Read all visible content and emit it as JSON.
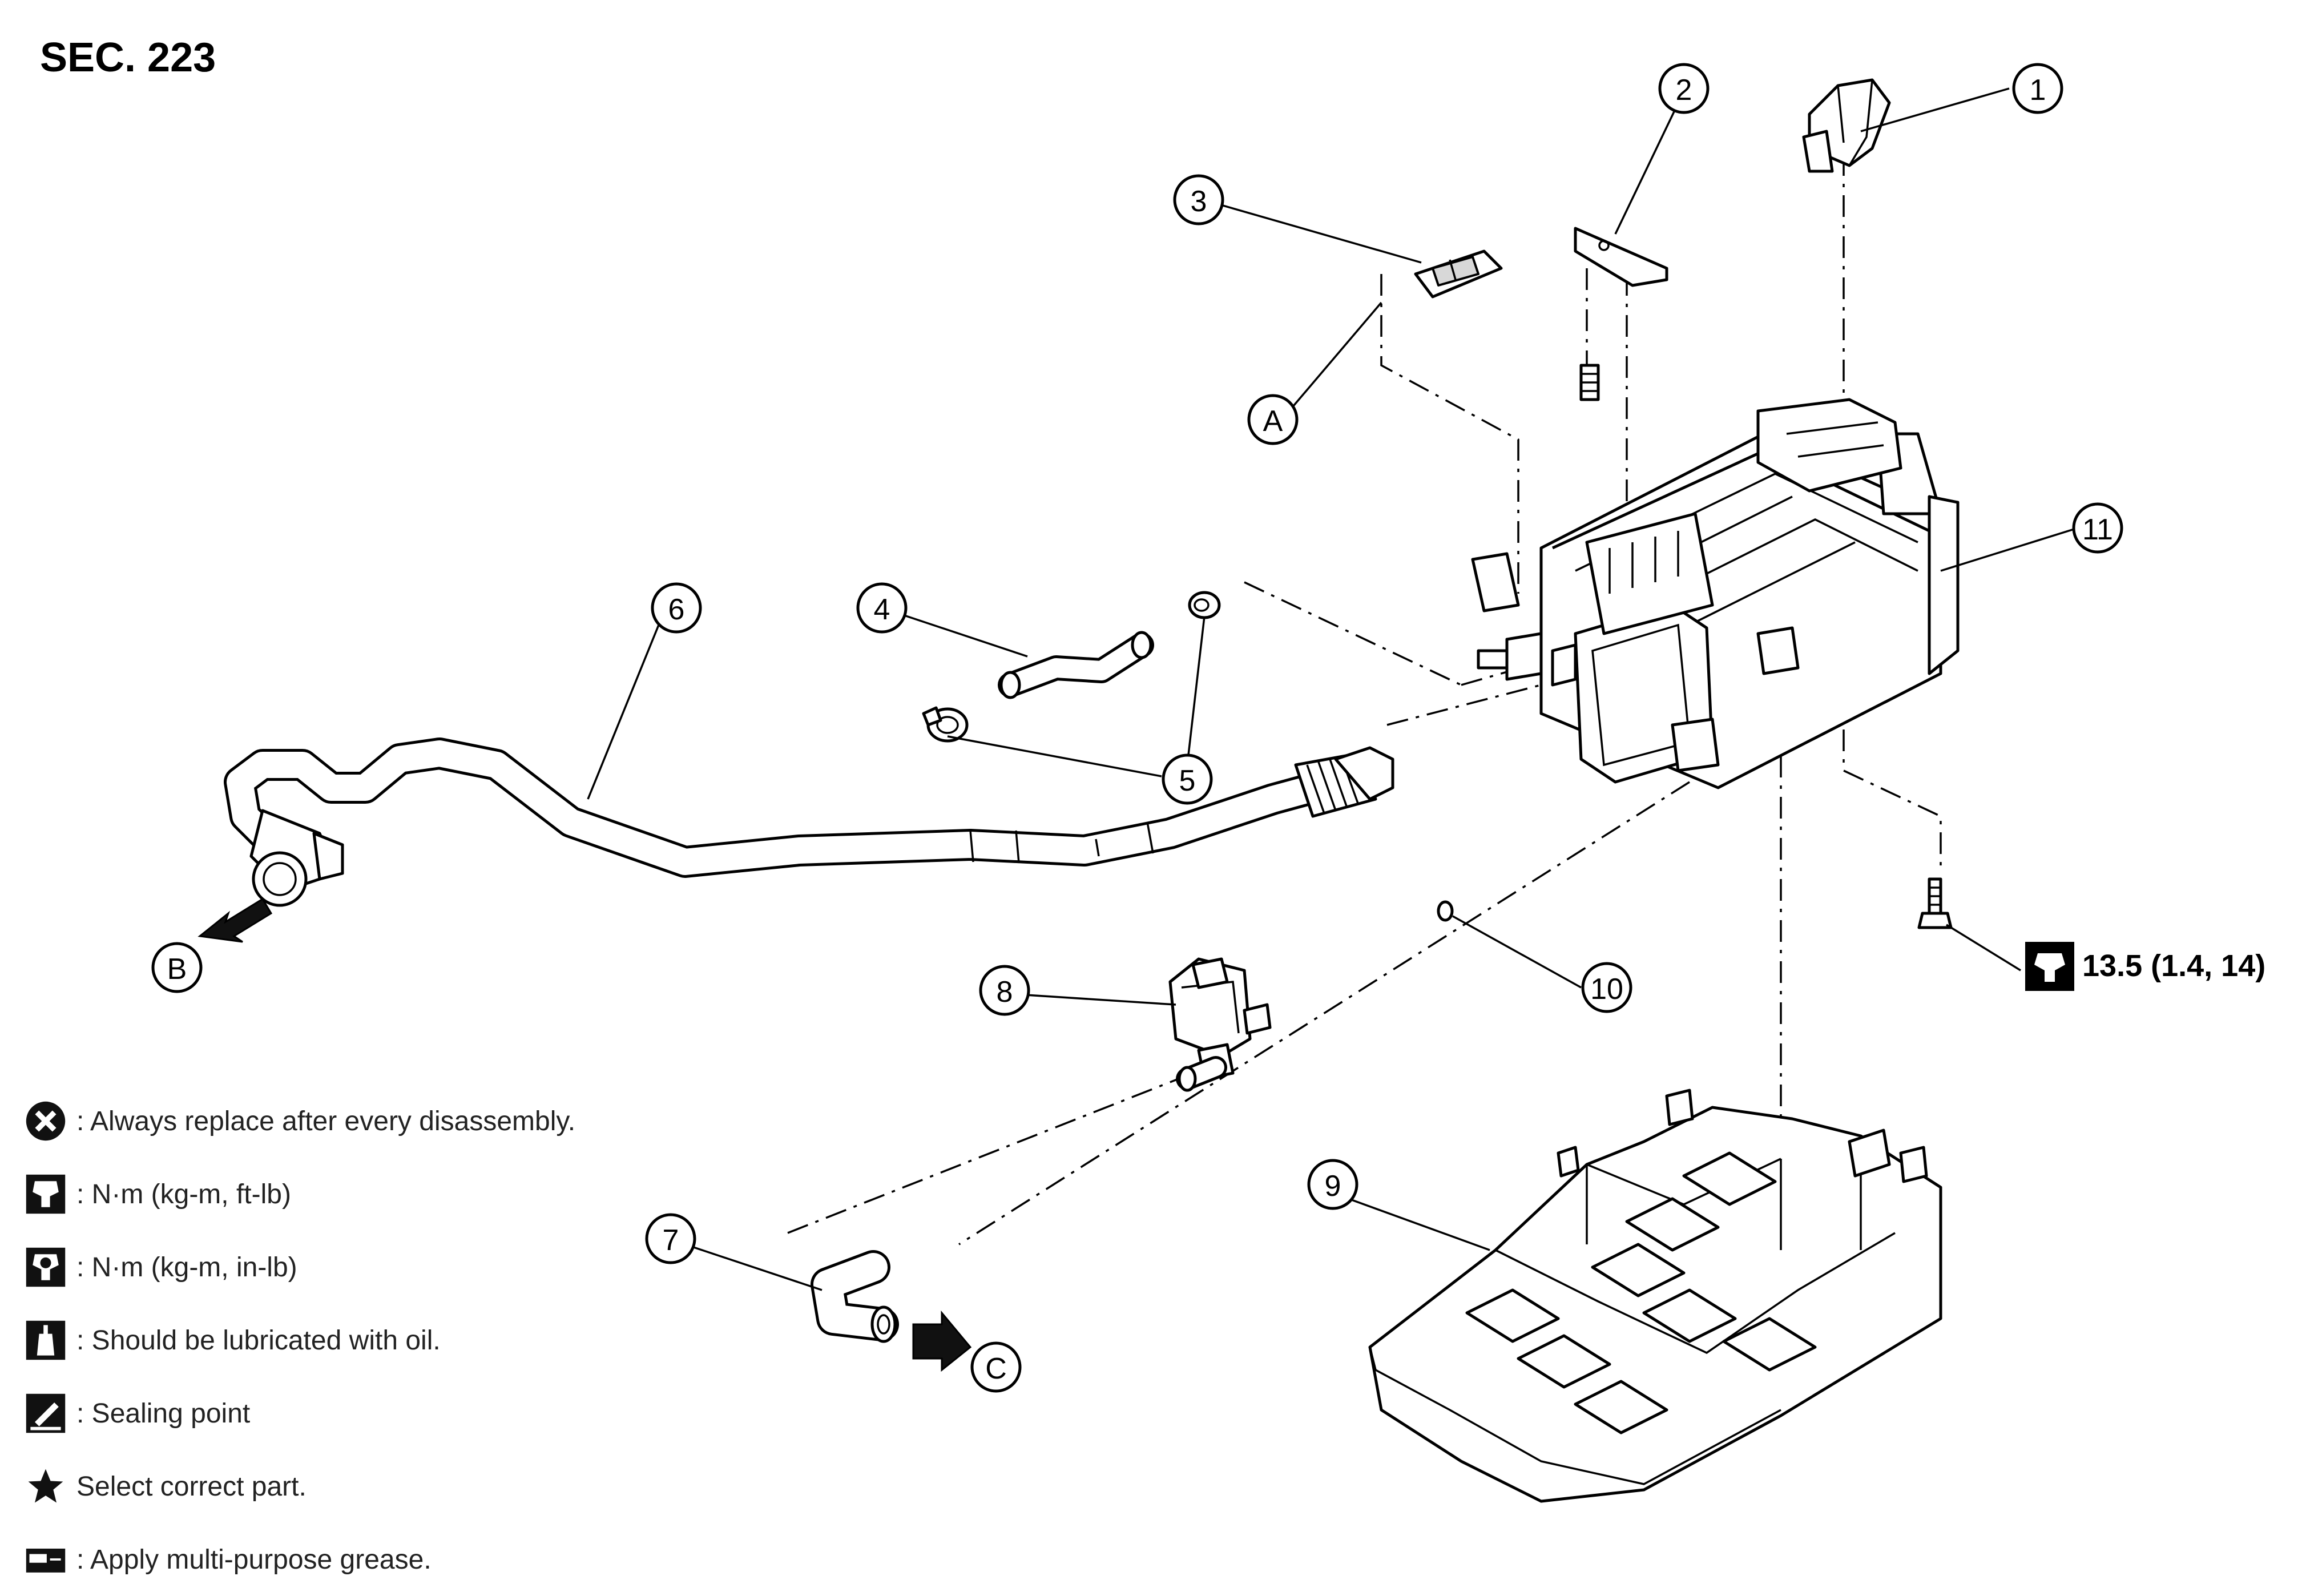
{
  "section_title": "SEC. 223",
  "callouts": {
    "c1": "1",
    "c2": "2",
    "c3": "3",
    "c4": "4",
    "c5": "5",
    "c6": "6",
    "c7": "7",
    "c8": "8",
    "c9": "9",
    "c10": "10",
    "c11": "11",
    "cA": "A",
    "cB": "B",
    "cC": "C"
  },
  "torque_spec": "13.5 (1.4, 14)",
  "legend": [
    {
      "icon": "replace-icon",
      "text": ": Always replace after every disassembly."
    },
    {
      "icon": "torque-ft-lb-icon",
      "text": ": N·m (kg-m, ft-lb)"
    },
    {
      "icon": "torque-in-lb-icon",
      "text": ": N·m (kg-m, in-lb)"
    },
    {
      "icon": "oil-can-icon",
      "text": ": Should be lubricated with oil."
    },
    {
      "icon": "sealing-point-icon",
      "text": ": Sealing point"
    },
    {
      "icon": "star-icon",
      "text": "Select correct part."
    },
    {
      "icon": "grease-icon",
      "text": ": Apply multi-purpose grease."
    }
  ]
}
